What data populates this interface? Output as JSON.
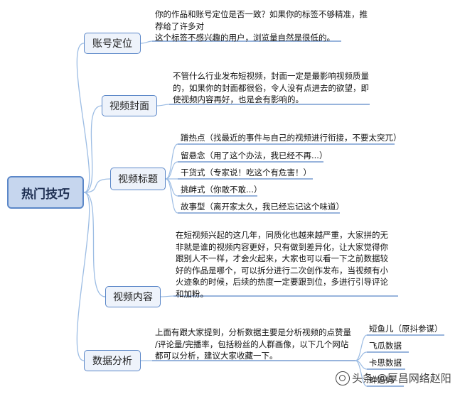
{
  "root": "热门技巧",
  "branches": [
    {
      "label": "账号定位",
      "lines": [
        "你的作品和账号定位是否一致？如果你的标签不够精准，推",
        "荐给了许多对",
        "这个标签不感兴趣的用户，浏览量自然是很低的。"
      ]
    },
    {
      "label": "视频封面",
      "lines": [
        "不管什么行业发布短视频，封面一定是最影响视频质量",
        "的，如果你的封面都很俗，令人没有点进去的欲望，即",
        "使视频内容再好，也是会有影响的。"
      ]
    },
    {
      "label": "视频标题",
      "items": [
        "蹭热点（找最近的事件与自己的视频进行衔接，不要太突兀）",
        "留悬念（用了这个办法，我已经不再...）",
        "干货式（专家说！吃这个有危害！）",
        "挑衅式（你敢不敢...）",
        "故事型（离开家太久，我已经忘记这个味道）"
      ]
    },
    {
      "label": "视频内容",
      "lines": [
        "在短视频兴起的这几年，同质化也越来越严重，大家拼的无",
        "非就是谁的视频内容更好，只有做到差异化，让大家觉得你",
        "跟别人不一样，才会火起来，大家也可以看一下之前数据较",
        "好的作品是哪个，可以拆分进行二次创作发布，当视频有小",
        "火迹象的时候，后续的热度一定要跟到位，多进行引导评论",
        "和加粉。"
      ]
    },
    {
      "label": "数据分析",
      "lines": [
        "上面有跟大家提到，分析数据主要是分析视频的点赞量",
        "/评论量/完播率，包括粉丝的人群画像，以下几个网站",
        "都可以分析，建议大家收藏一下。"
      ],
      "items": [
        "短鱼儿（原抖参谋）",
        "飞瓜数据",
        "卡思数据",
        "蝉妈妈"
      ]
    }
  ],
  "watermark": "头条 @厚昌网络赵阳",
  "colors": {
    "line": "#5b87c8",
    "curve": "#9dbde4",
    "node_fill": "#eef3fb",
    "root_fill": "#c6d6ee"
  }
}
